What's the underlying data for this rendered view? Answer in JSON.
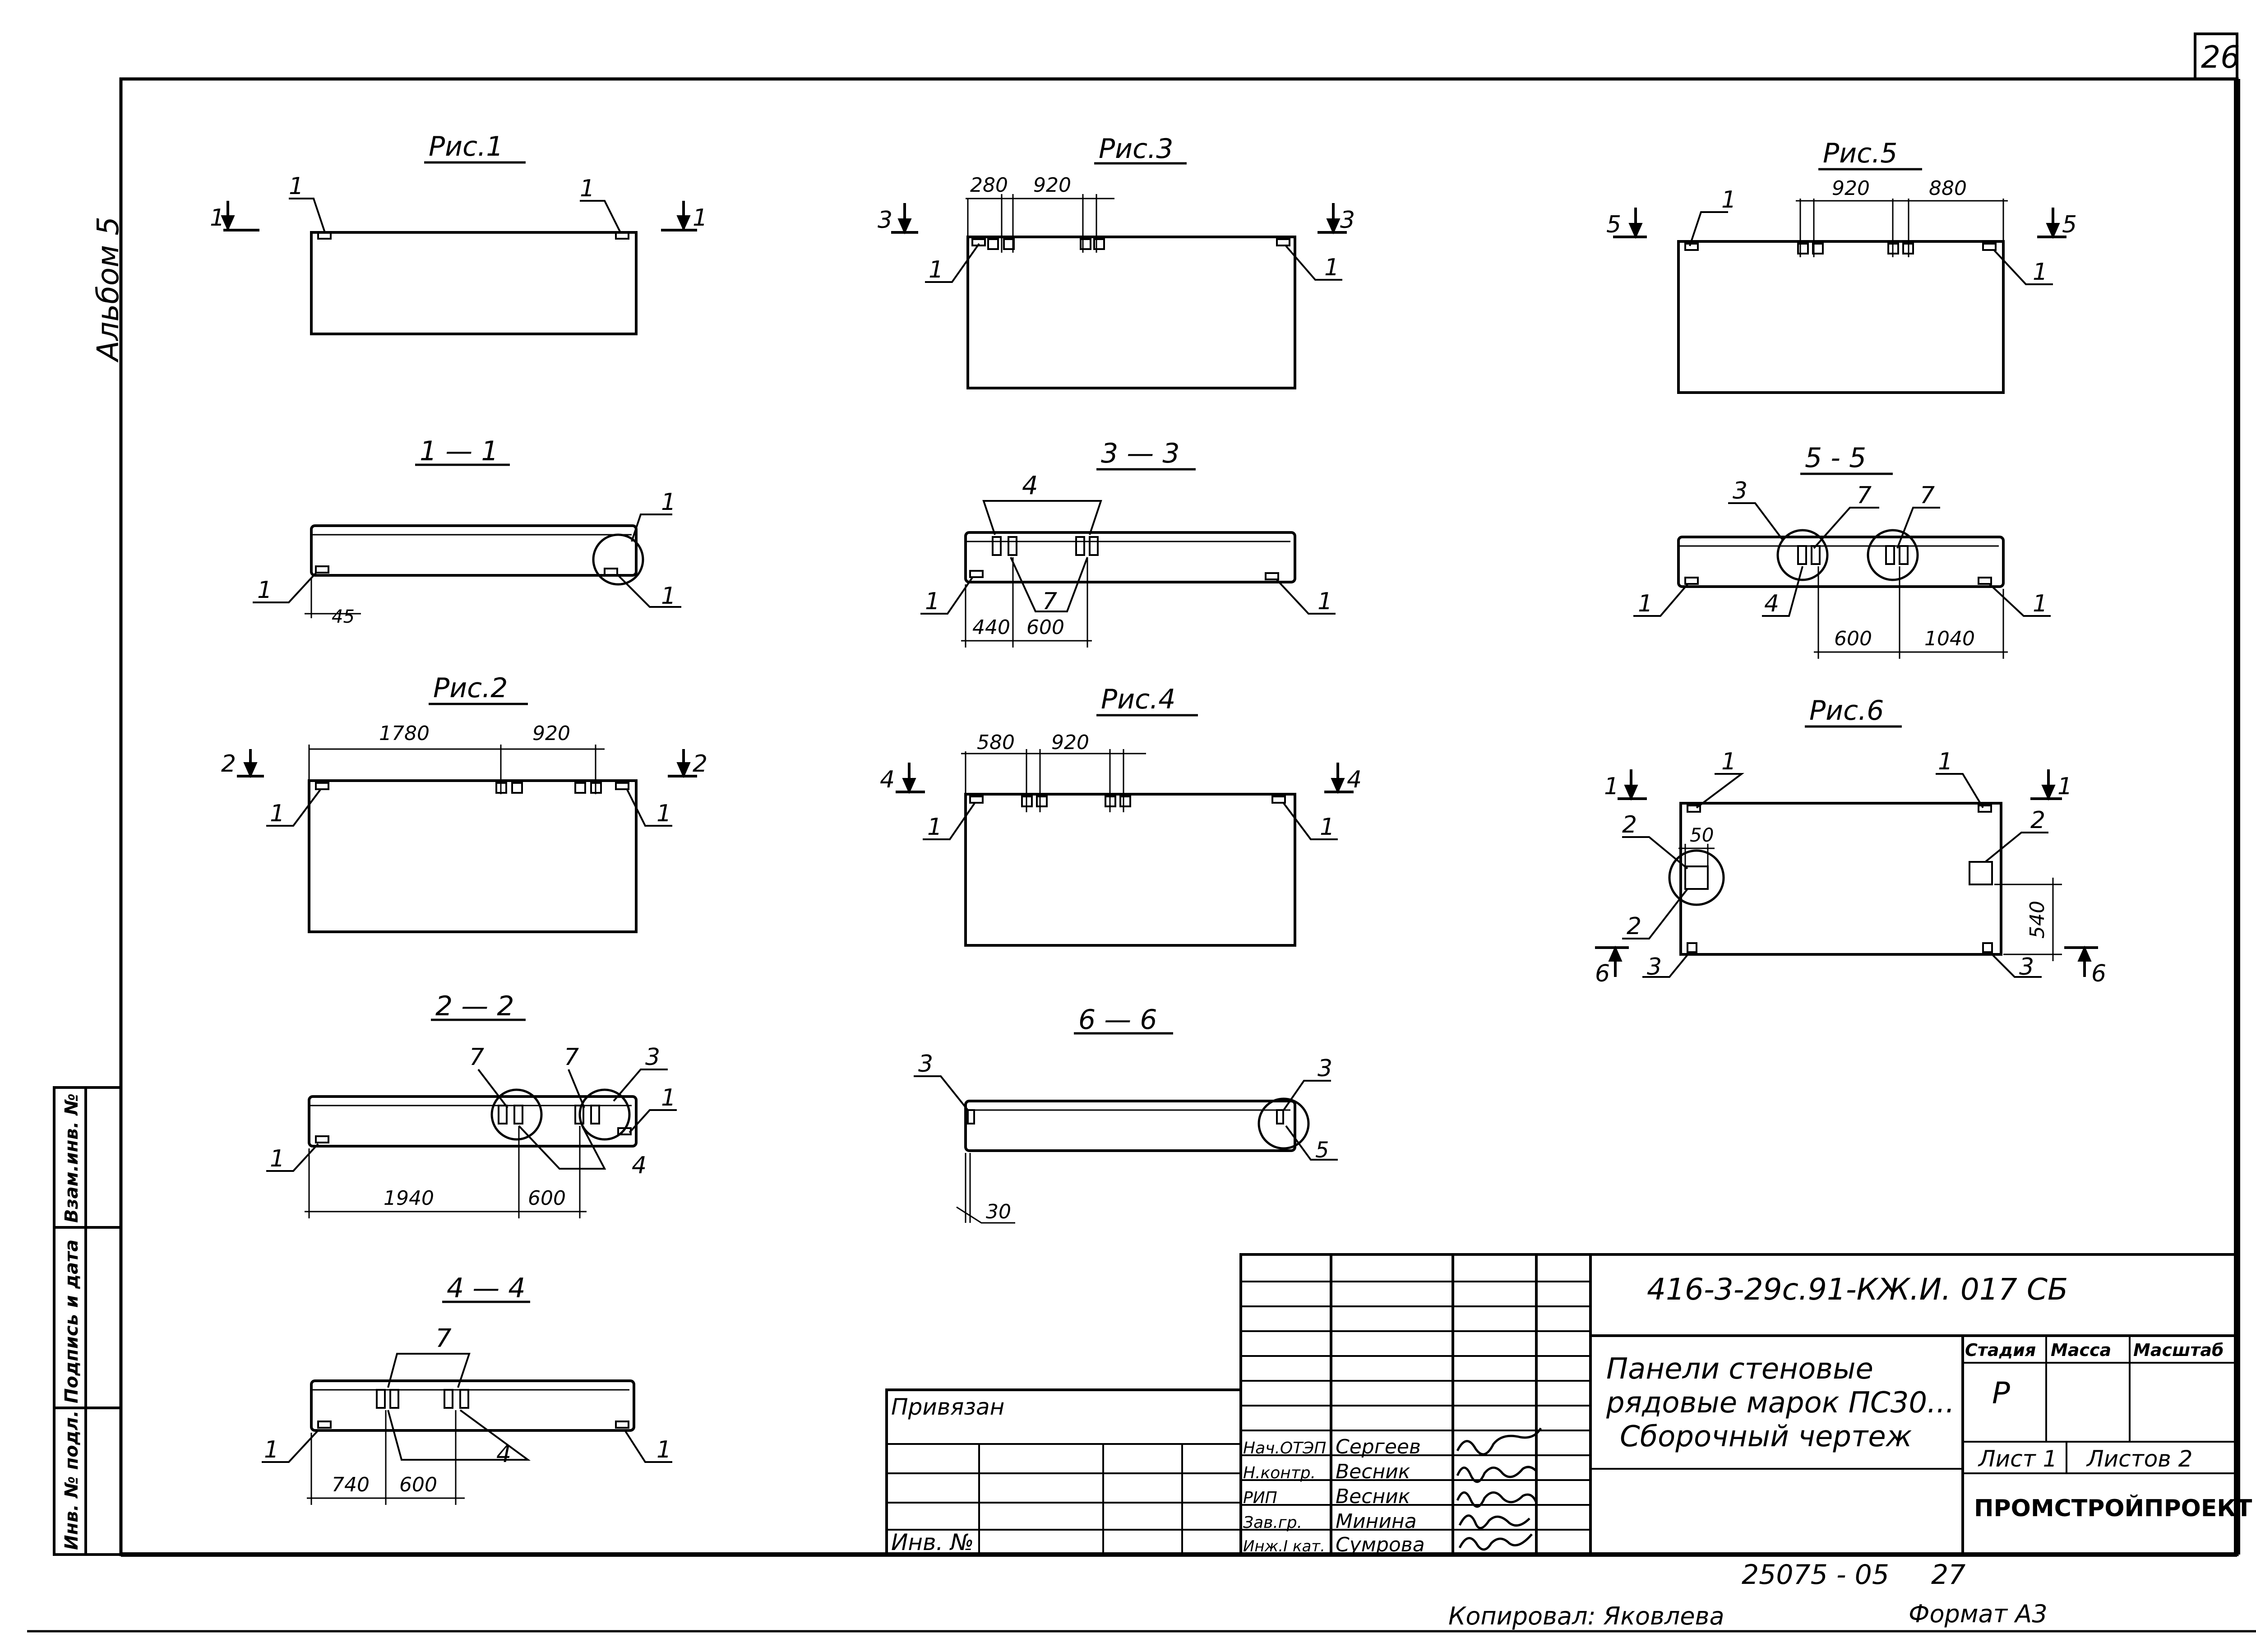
{
  "sheet": {
    "page_number": "26",
    "album_label": "Альбом 5",
    "side_stamp": [
      "Инв. № подл.",
      "Подпись и дата",
      "Взам.инв. №"
    ],
    "copied_by": "Копировал: Яковлева",
    "format": "Формат А3",
    "archive_number": "25075 - 05",
    "archive_page": "27"
  },
  "views": {
    "ris1": {
      "title": "Рис.1",
      "section_mark": "1",
      "callouts": [
        "1",
        "1"
      ]
    },
    "sec11": {
      "title": "1 — 1",
      "callouts": [
        "1",
        "1",
        "1"
      ],
      "dims": [
        "45"
      ]
    },
    "ris2": {
      "title": "Рис.2",
      "section_mark": "2",
      "callouts": [
        "1",
        "1"
      ],
      "dims": [
        "1780",
        "920"
      ]
    },
    "sec22": {
      "title": "2 — 2",
      "callouts": [
        "7",
        "7",
        "3",
        "1",
        "1",
        "4"
      ],
      "dims": [
        "1940",
        "600"
      ]
    },
    "sec44": {
      "title": "4 — 4",
      "callouts": [
        "7",
        "4",
        "1",
        "1"
      ],
      "dims": [
        "740",
        "600"
      ]
    },
    "ris3": {
      "title": "Рис.3",
      "section_mark": "3",
      "callouts": [
        "1",
        "1"
      ],
      "dims": [
        "280",
        "920"
      ]
    },
    "sec33": {
      "title": "3 — 3",
      "callouts": [
        "4",
        "7",
        "1",
        "1"
      ],
      "dims": [
        "440",
        "600"
      ]
    },
    "ris4": {
      "title": "Рис.4",
      "section_mark": "4",
      "callouts": [
        "1",
        "1"
      ],
      "dims": [
        "580",
        "920"
      ]
    },
    "sec66": {
      "title": "6 — 6",
      "callouts": [
        "3",
        "3",
        "5"
      ],
      "dims": [
        "30"
      ]
    },
    "ris5": {
      "title": "Рис.5",
      "section_mark": "5",
      "callouts": [
        "1",
        "1"
      ],
      "dims": [
        "920",
        "880"
      ]
    },
    "sec55": {
      "title": "5 - 5",
      "callouts": [
        "3",
        "7",
        "7",
        "4",
        "1",
        "1"
      ],
      "dims": [
        "600",
        "1040"
      ]
    },
    "ris6": {
      "title": "Рис.6",
      "section_mark_top": "1",
      "section_mark_bottom": "6",
      "callouts": [
        "1",
        "1",
        "2",
        "2",
        "2",
        "3",
        "3"
      ],
      "dims": [
        "50",
        "540"
      ]
    }
  },
  "title_block": {
    "document_code": "416-3-29с.91-КЖ.И. 017 СБ",
    "title_lines": [
      "Панели стеновые",
      "рядовые марок ПС30...",
      "Сборочный чертеж"
    ],
    "headers": {
      "stage": "Стадия",
      "mass": "Масса",
      "scale": "Масштаб"
    },
    "stage_value": "Р",
    "sheet_label": "Лист 1",
    "sheets_label": "Листов 2",
    "organization": "ПРОМСТРОЙПРОЕКТ",
    "signatures": [
      {
        "role": "Нач.ОТЭП",
        "name": "Сергеев"
      },
      {
        "role": "Н.контр.",
        "name": "Весник"
      },
      {
        "role": "РИП",
        "name": "Весник"
      },
      {
        "role": "Зав.гр.",
        "name": "Минина"
      },
      {
        "role": "Инж.I кат.",
        "name": "Сумрова"
      }
    ],
    "privyazan": "Привязан",
    "inv_no": "Инв. №"
  }
}
